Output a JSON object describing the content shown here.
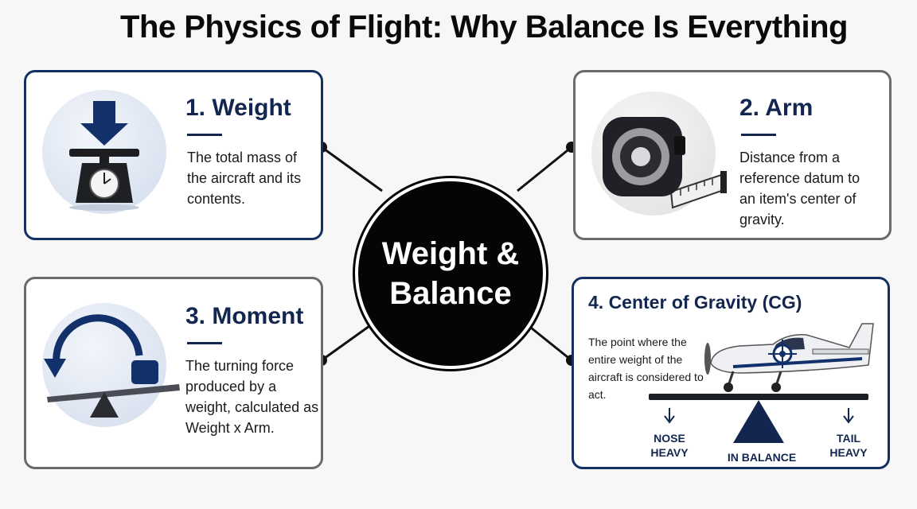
{
  "title": "The Physics of Flight: Why Balance Is Everything",
  "hub": {
    "line1": "Weight &",
    "line2": "Balance"
  },
  "cards": [
    {
      "title": "1. Weight",
      "description": "The total mass of the aircraft and its contents.",
      "icon": "scale-icon"
    },
    {
      "title": "2. Arm",
      "description": "Distance from a reference datum to an item's center of gravity.",
      "icon": "tape-measure-icon"
    },
    {
      "title": "3. Moment",
      "description": "The turning force produced by a weight, calculated as Weight x Arm.",
      "icon": "seesaw-icon"
    },
    {
      "title": "4. Center of Gravity (CG)",
      "description": "The point where the entire weight of the aircraft is considered to act.",
      "icon": "airplane-icon"
    }
  ],
  "balance_labels": {
    "nose": "NOSE HEAVY",
    "center": "IN BALANCE",
    "tail": "TAIL HEAVY"
  },
  "colors": {
    "navy": "#12264f",
    "border_grey": "#6a6a6a",
    "hub": "#050505"
  }
}
